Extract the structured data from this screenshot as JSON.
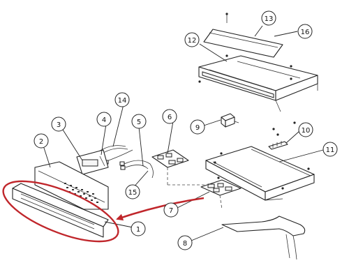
{
  "callouts": [
    {
      "id": "c1",
      "label": "1"
    },
    {
      "id": "c2",
      "label": "2"
    },
    {
      "id": "c3",
      "label": "3"
    },
    {
      "id": "c4",
      "label": "4"
    },
    {
      "id": "c5",
      "label": "5"
    },
    {
      "id": "c6",
      "label": "6"
    },
    {
      "id": "c7",
      "label": "7"
    },
    {
      "id": "c8",
      "label": "8"
    },
    {
      "id": "c9",
      "label": "9"
    },
    {
      "id": "c10",
      "label": "10"
    },
    {
      "id": "c11",
      "label": "11"
    },
    {
      "id": "c12",
      "label": "12"
    },
    {
      "id": "c13",
      "label": "13"
    },
    {
      "id": "c14",
      "label": "14"
    },
    {
      "id": "c15",
      "label": "15"
    },
    {
      "id": "c16",
      "label": "16"
    }
  ],
  "highlight": {
    "color": "#c0262b",
    "target_part": "1"
  }
}
